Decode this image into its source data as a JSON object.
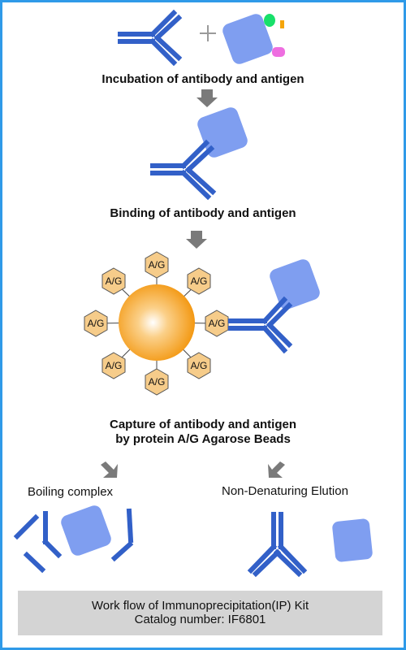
{
  "steps": {
    "incubation": "Incubation of antibody and antigen",
    "binding": "Binding of antibody and antigen",
    "capture_line1": "Capture of antibody and antigen",
    "capture_line2": "by protein A/G Agarose Beads",
    "boiling": "Boiling complex",
    "elution": "Non-Denaturing Elution"
  },
  "bead_label": "A/G",
  "footer": {
    "title": "Work flow of Immunoprecipitation(IP) Kit",
    "catalog": "Catalog number: IF6801"
  },
  "colors": {
    "antibody": "#3260c8",
    "antigen": "#7f9ef0",
    "bead_core": "#f49a12",
    "protein_ag": "#f6cc8a",
    "arrow": "#7a7a7a",
    "frame": "#2f9ae8",
    "footer_bg": "#d4d4d4"
  }
}
